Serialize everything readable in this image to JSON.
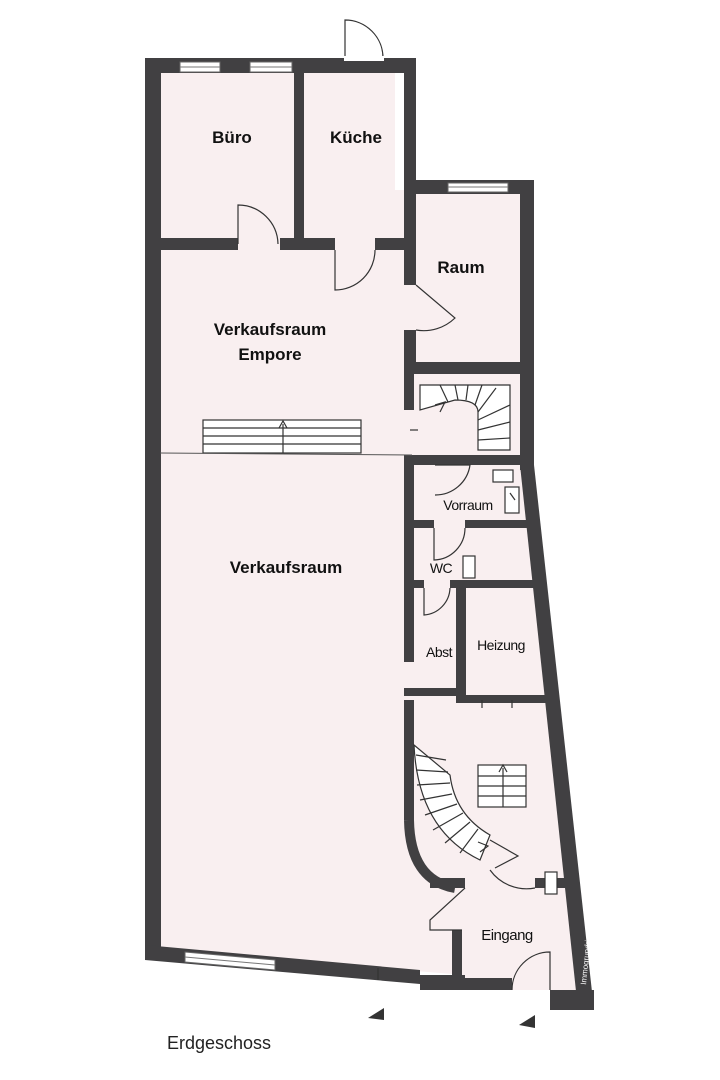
{
  "plan": {
    "floor_label": "Erdgeschoss",
    "credit": "Immogrundriss",
    "colors": {
      "wall": "#414042",
      "room_fill": "#f9eff0",
      "line": "#333333"
    },
    "rooms": {
      "buero": "Büro",
      "kueche": "Küche",
      "raum": "Raum",
      "verkaufsraum_empore_line1": "Verkaufsraum",
      "verkaufsraum_empore_line2": "Empore",
      "verkaufsraum": "Verkaufsraum",
      "vorraum": "Vorraum",
      "wc": "WC",
      "abst": "Abst",
      "heizung": "Heizung",
      "eingang": "Eingang"
    }
  }
}
